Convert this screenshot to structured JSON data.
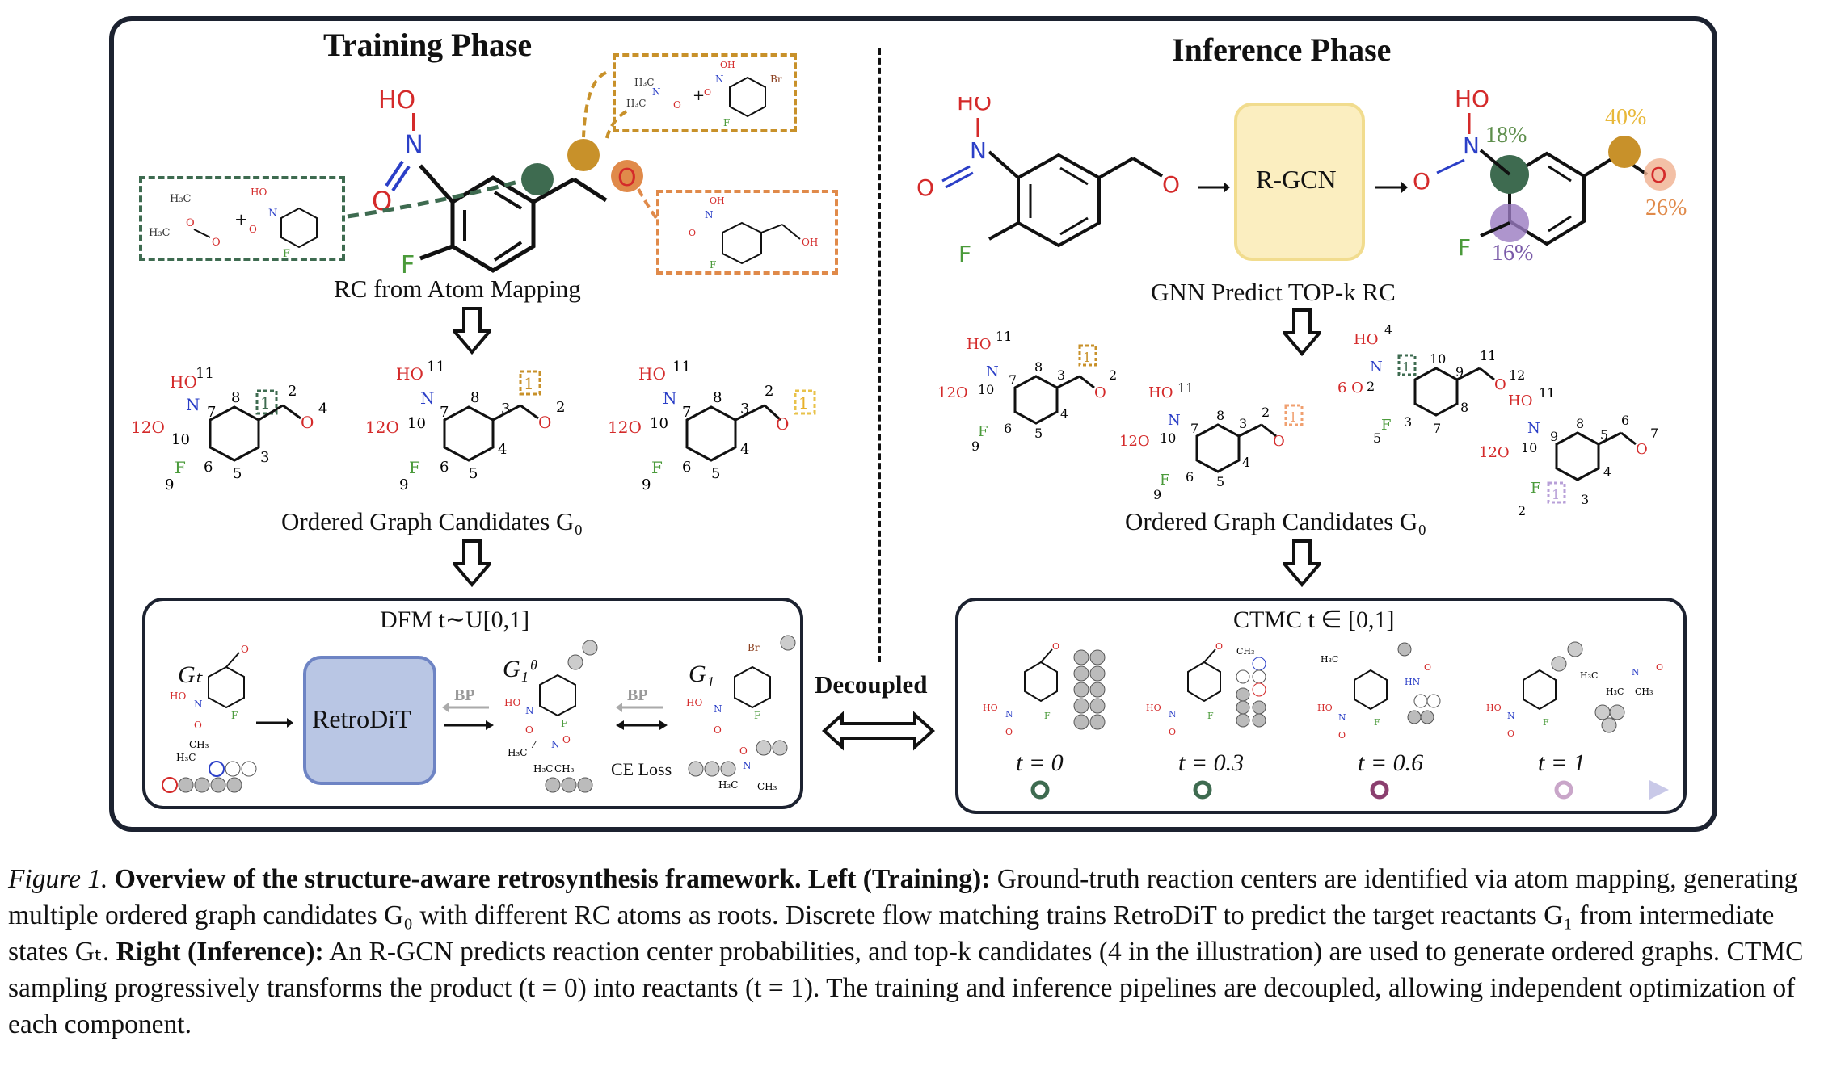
{
  "training": {
    "title": "Training Phase",
    "rc_label": "RC from Atom Mapping",
    "candidates_label": "Ordered Graph Candidates G₀",
    "dfm_label": "DFM t∼U[0,1]",
    "model_name": "RetroDiT",
    "bp1": "BP",
    "bp2": "BP",
    "ce_loss": "CE Loss",
    "gt_label": "Gₜ",
    "g1theta_label": "G₁ᶿ",
    "g1_label": "G₁"
  },
  "inference": {
    "title": "Inference Phase",
    "model_name": "R-GCN",
    "predict_label": "GNN Predict TOP-k RC",
    "candidates_label": "Ordered Graph Candidates G₀",
    "ctmc_label": "CTMC t ∈ [0,1]",
    "probabilities": [
      "18%",
      "40%",
      "26%",
      "16%"
    ],
    "time_steps": [
      "t = 0",
      "t = 0.3",
      "t = 0.6",
      "t = 1"
    ],
    "timeline_colors": [
      "#3e6b50",
      "#3e6b50",
      "#8b3f6f",
      "#c9a6c9"
    ]
  },
  "center": {
    "decoupled": "Decoupled"
  },
  "colors": {
    "green": "#3e6b50",
    "gold": "#c8912a",
    "orange": "#e08a4a",
    "purple": "#9a7bc0",
    "model_blue": "#b9c6e4",
    "model_yellow": "#fbeec0"
  },
  "caption": {
    "fig": "Figure 1.",
    "title_bold": "Overview of the structure-aware retrosynthesis framework. Left (Training):",
    "part1": " Ground-truth reaction centers are identified via atom mapping, generating multiple ordered graph candidates G₀ with different RC atoms as roots. Discrete flow matching trains RetroDiT to predict the target reactants G₁ from intermediate states Gₜ. ",
    "right_bold": "Right (Inference):",
    "part2": " An R-GCN predicts reaction center probabilities, and top-k candidates (4 in the illustration) are used to generate ordered graphs. CTMC sampling progressively transforms the product (t = 0) into reactants (t = 1). The training and inference pipelines are decoupled, allowing independent optimization of each component."
  }
}
